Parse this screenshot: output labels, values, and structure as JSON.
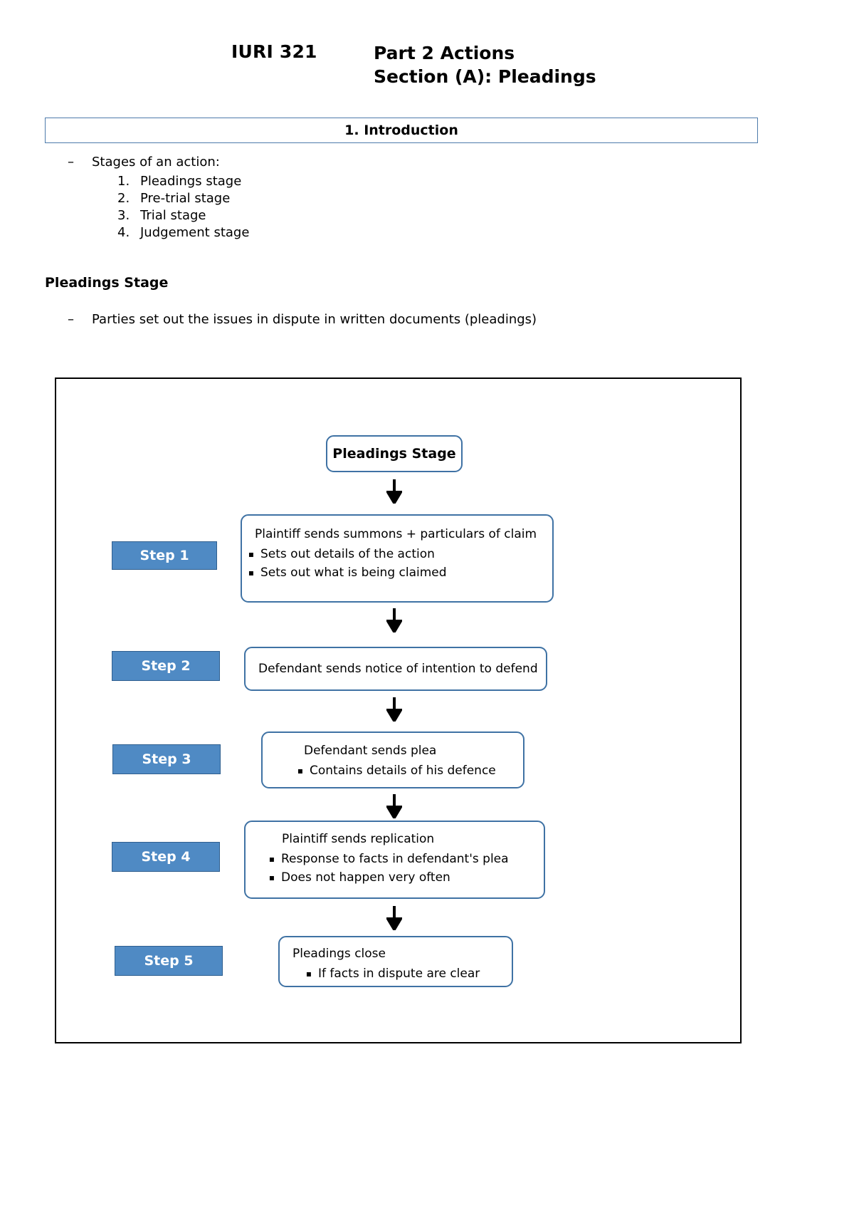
{
  "header": {
    "course_code": "IURI 321",
    "part_title": "Part 2 Actions",
    "section_title": "Section (A): Pleadings"
  },
  "section_banner": {
    "title": "1. Introduction"
  },
  "intro": {
    "lead_in": "Stages of an action:",
    "dash": "–",
    "stages": [
      {
        "number": "1.",
        "label": "Pleadings stage"
      },
      {
        "number": "2.",
        "label": "Pre-trial stage"
      },
      {
        "number": "3.",
        "label": "Trial stage"
      },
      {
        "number": "4.",
        "label": "Judgement stage"
      }
    ]
  },
  "pleadings_section": {
    "heading": "Pleadings Stage",
    "dash": "–",
    "bullet": "Parties set out the issues in dispute in written documents (pleadings)"
  },
  "flowchart": {
    "start_node": "Pleadings Stage",
    "bullet_glyph": "▪",
    "steps": [
      {
        "chip": "Step 1",
        "title": "Plaintiff sends summons + particulars of claim",
        "bullets": [
          "Sets out details of the action",
          "Sets out what is being claimed"
        ]
      },
      {
        "chip": "Step 2",
        "title": "Defendant sends notice of intention to defend",
        "bullets": []
      },
      {
        "chip": "Step 3",
        "title": "Defendant sends plea",
        "bullets": [
          "Contains details of his defence"
        ]
      },
      {
        "chip": "Step 4",
        "title": "Plaintiff sends replication",
        "bullets": [
          "Response to facts in defendant's plea",
          "Does not happen very often"
        ]
      },
      {
        "chip": "Step 5",
        "title": "Pleadings close",
        "bullets": [
          "If facts in dispute are clear"
        ]
      }
    ]
  },
  "colors": {
    "chip_fill": "#4f8ac4",
    "node_border": "#3f72a4",
    "banner_border": "#4d7aab",
    "frame_border": "#000000"
  }
}
